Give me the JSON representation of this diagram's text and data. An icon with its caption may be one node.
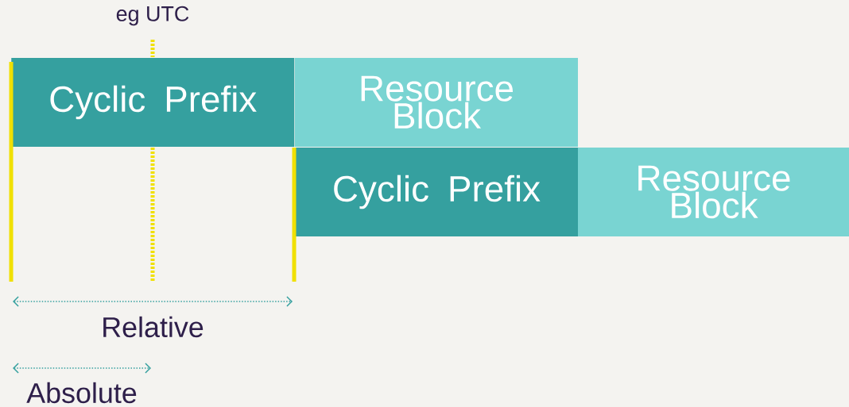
{
  "diagram": {
    "nodes": [
      {
        "text": [
          "Cyclic Prefix"
        ]
      },
      {
        "text": [
          "Resource Block"
        ]
      },
      {
        "text": [
          "Cyclic Prefix"
        ]
      },
      {
        "text": [
          "Resource Block"
        ]
      }
    ],
    "labels": [
      "eg UTC",
      "Relative",
      "Absolute"
    ]
  }
}
